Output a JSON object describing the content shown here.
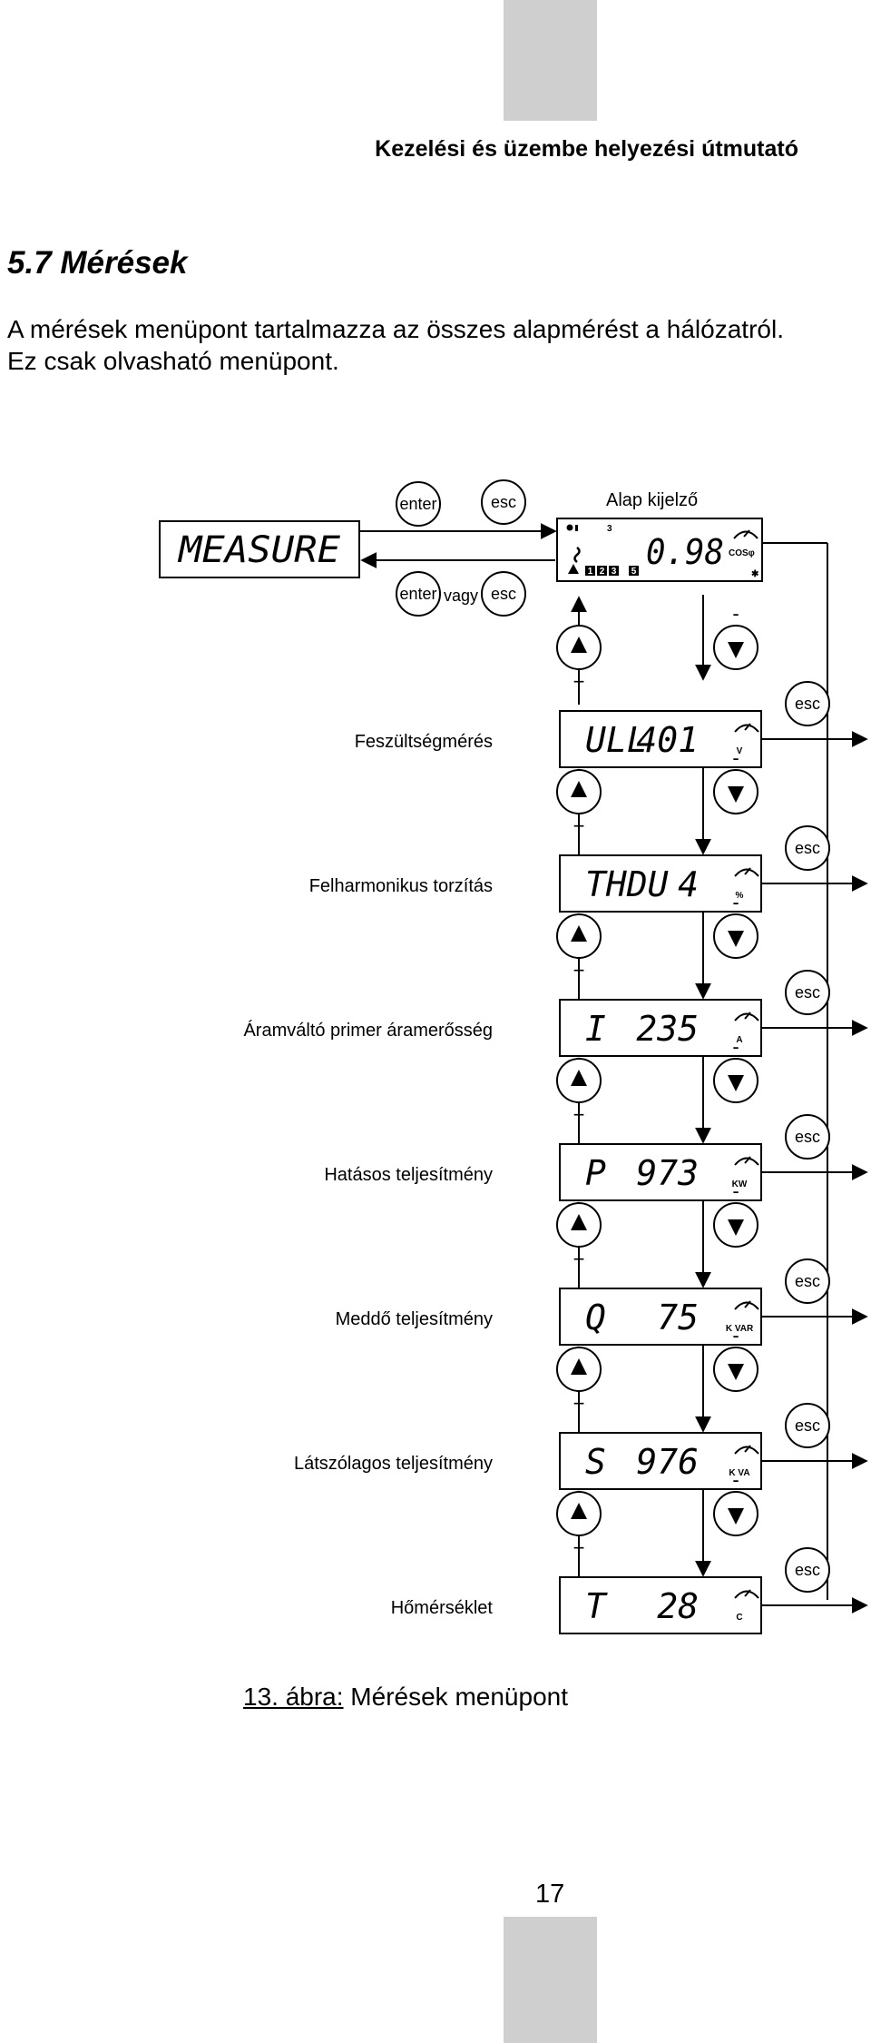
{
  "header": {
    "title": "Kezelési és üzembe helyezési útmutató"
  },
  "section": {
    "title": "5.7 Mérések"
  },
  "intro": {
    "line1": "A mérések menüpont tartalmazza az összes alapmérést a hálózatról.",
    "line2": "Ez csak olvasható menüpont."
  },
  "diagram": {
    "enter_label": "enter",
    "esc_label": "esc",
    "or_label": "vagy",
    "plus_label": "+",
    "minus_label": "-",
    "measure_display": "MEASURE",
    "main_display": {
      "title": "Alap kijelző",
      "value": "0.98",
      "indicator": "3",
      "unit": "COSφ",
      "star": "✱",
      "channels": [
        "1",
        "2",
        "3"
      ],
      "channel_extra": "5"
    },
    "rows": [
      {
        "label": "Feszültségmérés",
        "code": "ULL",
        "value": "401",
        "unit": "V"
      },
      {
        "label": "Felharmonikus torzítás",
        "code": "THDU",
        "value": "4",
        "unit": "%"
      },
      {
        "label": "Áramváltó primer áramerősség",
        "code": "I",
        "value": "235",
        "unit": "A"
      },
      {
        "label": "Hatásos teljesítmény",
        "code": "P",
        "value": "973",
        "unit": "KW"
      },
      {
        "label": "Meddő teljesítmény",
        "code": "Q",
        "value": "75",
        "unit": "K VAR"
      },
      {
        "label": "Látszólagos teljesítmény",
        "code": "S",
        "value": "976",
        "unit": "K VA"
      },
      {
        "label": "Hőmérséklet",
        "code": "T",
        "value": "28",
        "unit": "C"
      }
    ]
  },
  "caption": {
    "number": "13. ábra:",
    "text": " Mérések menüpont"
  },
  "page_number": "17"
}
